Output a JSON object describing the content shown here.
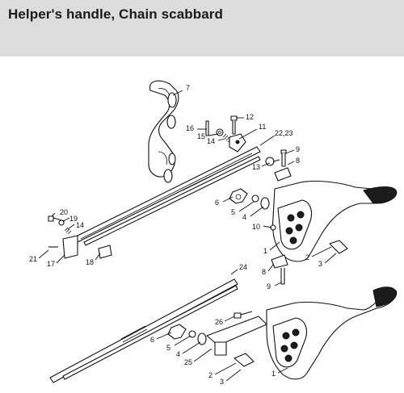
{
  "header": {
    "title": "Helper's handle, Chain scabbard",
    "background": "#dcdcdc"
  },
  "callouts": [
    {
      "id": "c7",
      "text": "7"
    },
    {
      "id": "c12",
      "text": "12"
    },
    {
      "id": "c16",
      "text": "16"
    },
    {
      "id": "c15",
      "text": "15"
    },
    {
      "id": "c14a",
      "text": "14"
    },
    {
      "id": "c11",
      "text": "11"
    },
    {
      "id": "c2223",
      "text": "22,23"
    },
    {
      "id": "c9a",
      "text": "9"
    },
    {
      "id": "c8a",
      "text": "8"
    },
    {
      "id": "c13",
      "text": "13"
    },
    {
      "id": "c6a",
      "text": "6"
    },
    {
      "id": "c5a",
      "text": "5"
    },
    {
      "id": "c4a",
      "text": "4"
    },
    {
      "id": "c10",
      "text": "10"
    },
    {
      "id": "c20",
      "text": "20"
    },
    {
      "id": "c19",
      "text": "19"
    },
    {
      "id": "c14b",
      "text": "14"
    },
    {
      "id": "c21",
      "text": "21"
    },
    {
      "id": "c17",
      "text": "17"
    },
    {
      "id": "c18",
      "text": "18"
    },
    {
      "id": "c1a",
      "text": "1"
    },
    {
      "id": "c2a",
      "text": "2"
    },
    {
      "id": "c3a",
      "text": "3"
    },
    {
      "id": "c8b",
      "text": "8"
    },
    {
      "id": "c9b",
      "text": "9"
    },
    {
      "id": "c24",
      "text": "24"
    },
    {
      "id": "c26",
      "text": "26"
    },
    {
      "id": "c6b",
      "text": "6"
    },
    {
      "id": "c5b",
      "text": "5"
    },
    {
      "id": "c4b",
      "text": "4"
    },
    {
      "id": "c25",
      "text": "25"
    },
    {
      "id": "c2b",
      "text": "2"
    },
    {
      "id": "c3b",
      "text": "3"
    },
    {
      "id": "c1b",
      "text": "1"
    }
  ]
}
